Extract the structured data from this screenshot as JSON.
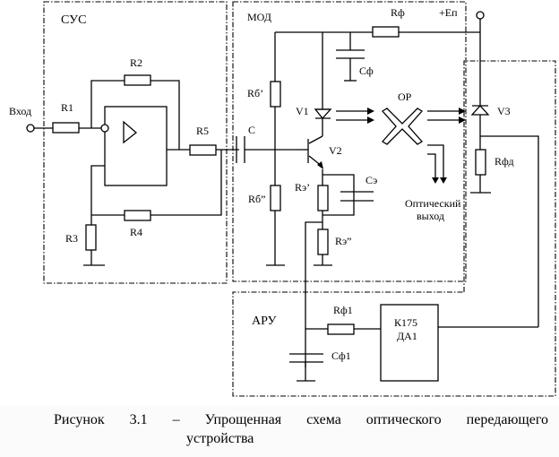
{
  "blocks": {
    "sus": "СУС",
    "mod": "МОД",
    "aru": "АРУ",
    "op": "ОР"
  },
  "labels": {
    "input": "Вход",
    "r1": "R1",
    "r2": "R2",
    "r3": "R3",
    "r4": "R4",
    "r5": "R5",
    "c": "С",
    "rb1": "Rб’",
    "rb2": "Rб”",
    "v1": "V1",
    "v2": "V2",
    "v3": "V3",
    "re1": "Rэ’",
    "re2": "Rэ”",
    "ce": "Сэ",
    "rf": "Rф",
    "cf": "Сф",
    "supply": "+Eп",
    "rfd": "Rфд",
    "optical_out_1": "Оптический",
    "optical_out_2": "выход",
    "rf1": "Rф1",
    "cf1": "Сф1",
    "ic_1": "К175",
    "ic_2": "ДА1"
  },
  "caption": {
    "line1": "Рисунок 3.1 – Упрощенная схема оптического передающего",
    "line2": "устройства"
  }
}
